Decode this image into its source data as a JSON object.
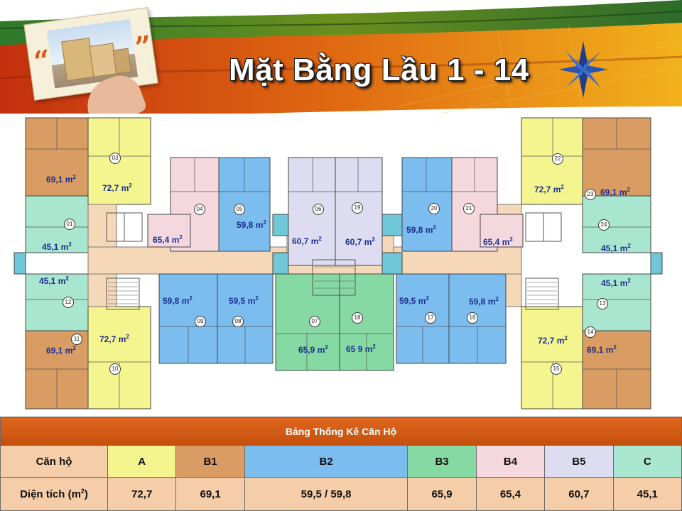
{
  "title": "Mặt Bằng Lầu 1 - 14",
  "header": {
    "quote_open": "“",
    "quote_close": "”"
  },
  "plan": {
    "area_labels": {
      "a_top": "72,7 m",
      "a_bottom": "72,7 m",
      "a_top_r": "72,7 m",
      "a_bottom_r": "72,7 m",
      "b1_top": "69,1 m",
      "b1_bottom": "69,1 m",
      "b1_top_r": "69,1 m",
      "b1_bottom_r": "69,1 m",
      "c_1": "45,1 m",
      "c_2": "45,1 m",
      "c_3": "45,1 m",
      "c_4": "45,1 m",
      "b4_l": "65,4 m",
      "b4_r": "65,4 m",
      "b5_l": "60,7 m",
      "b5_r": "60,7 m",
      "b2_1": "59,8 m",
      "b2_2": "59,8 m",
      "b2_3": "59,8 m",
      "b2_4": "59,8 m",
      "b2_5": "59,5 m",
      "b2_6": "59,5 m",
      "b3_l": "65,9 m",
      "b3_r": "65 9 m",
      "sq": "2"
    },
    "unit_numbers": [
      "01",
      "03",
      "04",
      "05",
      "06",
      "19",
      "20",
      "21",
      "22",
      "23",
      "24",
      "10",
      "11",
      "12",
      "09",
      "08",
      "07",
      "18",
      "17",
      "16",
      "13",
      "14",
      "15"
    ]
  },
  "stats": {
    "caption": "Bảng Thống Kê Căn Hộ",
    "row_header_1": "Căn hộ",
    "row_header_2": "Diện tích (m",
    "row_header_2_sup": "2",
    "row_header_2_end": ")",
    "columns": [
      {
        "label": "A",
        "area": "72,7",
        "color": "#f5f590"
      },
      {
        "label": "B1",
        "area": "69,1",
        "color": "#d99c63"
      },
      {
        "label": "B2",
        "area": "59,5 / 59,8",
        "color": "#7cbdf0"
      },
      {
        "label": "B3",
        "area": "65,9",
        "color": "#86d9a2"
      },
      {
        "label": "B4",
        "area": "65,4",
        "color": "#f5d8de"
      },
      {
        "label": "B5",
        "area": "60,7",
        "color": "#dddcf0"
      },
      {
        "label": "C",
        "area": "45,1",
        "color": "#a8e6cf"
      }
    ]
  }
}
